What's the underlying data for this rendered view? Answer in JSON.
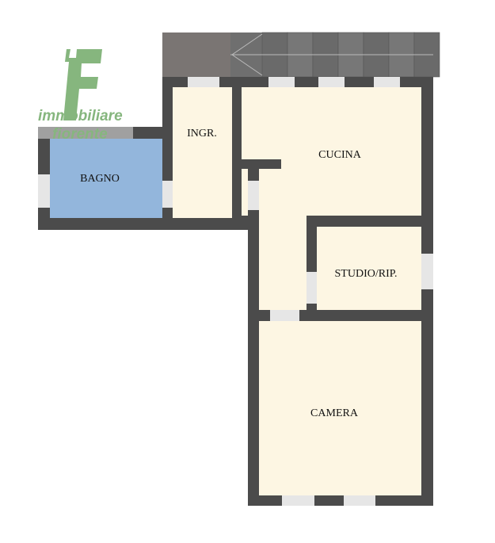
{
  "logo": {
    "line1": "immobiliare",
    "line2": "fiorente",
    "mark": "F",
    "color": "#86b67e"
  },
  "rooms": [
    {
      "id": "bagno",
      "label": "BAGNO"
    },
    {
      "id": "ingresso",
      "label": "INGR."
    },
    {
      "id": "cucina",
      "label": "CUCINA"
    },
    {
      "id": "studio",
      "label": "STUDIO/RIP."
    },
    {
      "id": "camera",
      "label": "CAMERA"
    }
  ],
  "colors": {
    "wall": "#4b4b4b",
    "floor": "#fdf6e3",
    "bathroom": "#93b6dc",
    "window": "#e6e6e6",
    "landing": "#7a7573",
    "stairs": "#6f6f6f"
  }
}
